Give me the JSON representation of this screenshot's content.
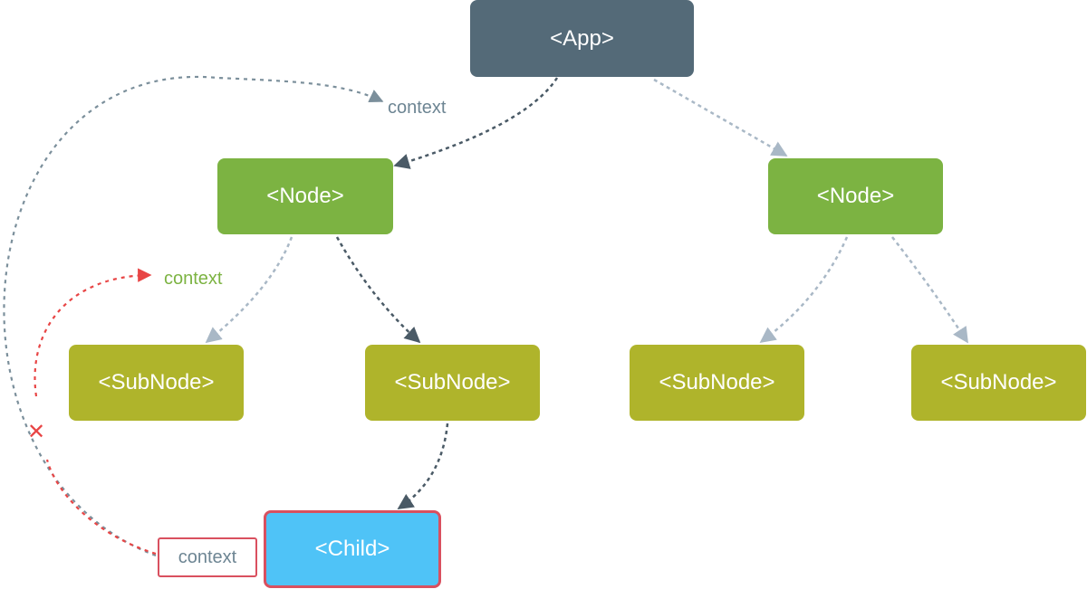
{
  "nodes": {
    "app": "<App>",
    "node_left": "<Node>",
    "node_right": "<Node>",
    "subnode_1": "<SubNode>",
    "subnode_2": "<SubNode>",
    "subnode_3": "<SubNode>",
    "subnode_4": "<SubNode>",
    "child": "<Child>"
  },
  "labels": {
    "context_top": "context",
    "context_mid": "context",
    "context_child": "context",
    "blocked_mark": "✕"
  },
  "colors": {
    "app": "#546a78",
    "node": "#7cb342",
    "subnode": "#afb42b",
    "child": "#4fc3f7",
    "child_border": "#d9505f",
    "edge_dark": "#4a5a66",
    "edge_light": "#a9b8c6",
    "context_arc": "#7b8f9b",
    "blocked_arc": "#e84545",
    "label_green": "#7cb342",
    "label_gray": "#6d8593"
  }
}
